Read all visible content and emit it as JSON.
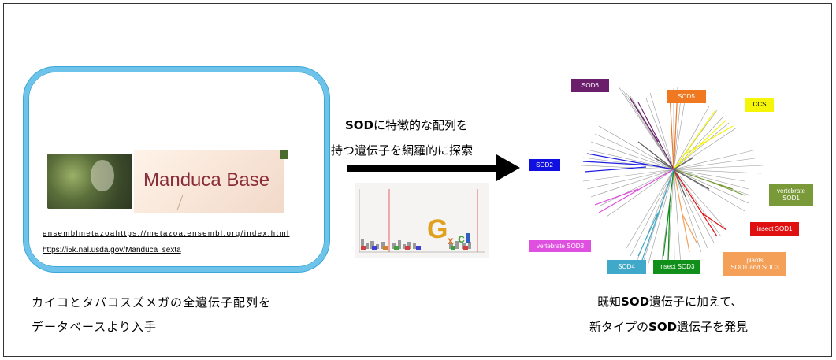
{
  "left": {
    "url_ensembl": "ensemblmetazoahttps://metazoa.ensembl.org/index.html",
    "url_manduca": "https://i5k.nal.usda.gov/Manduca_sexta",
    "logo_text": "Manduca Base",
    "caption_line1": "カイコとタバコスズメガの全遺伝子配列を",
    "caption_line2": "データベースより入手"
  },
  "middle": {
    "caption_line1_bold": "SOD",
    "caption_line1_rest": "に特徴的な配列を",
    "caption_line2": "持つ遺伝子を網羅的に探索"
  },
  "right": {
    "caption_line1_pre": "既知",
    "caption_line1_bold": "SOD",
    "caption_line1_rest": "遺伝子に加えて、",
    "caption_line2_pre": "新タイプの",
    "caption_line2_bold": "SOD",
    "caption_line2_rest": "遺伝子を発見",
    "labels": {
      "sod6": "SOD6",
      "sod5": "SOD5",
      "ccs": "CCS",
      "sod2": "SOD2",
      "vertebrate_sod1_a": "vertebrate",
      "vertebrate_sod1_b": "SOD1",
      "insect_sod1": "insect SOD1",
      "vertebrate_sod3": "vertebrate SOD3",
      "sod4": "SOD4",
      "insect_sod3": "insect SOD3",
      "plants_a": "plants",
      "plants_b": "SOD1 and SOD3"
    },
    "colors": {
      "sod6": "#6b1f6b",
      "sod5": "#f07820",
      "ccs": "#f5f50a",
      "sod2": "#1010e0",
      "vertebrate_sod1": "#7a9a3a",
      "insect_sod1": "#e01010",
      "vertebrate_sod3": "#e050e0",
      "sod4": "#40a8c8",
      "insect_sod3": "#10901a",
      "plants": "#f4a058"
    }
  }
}
